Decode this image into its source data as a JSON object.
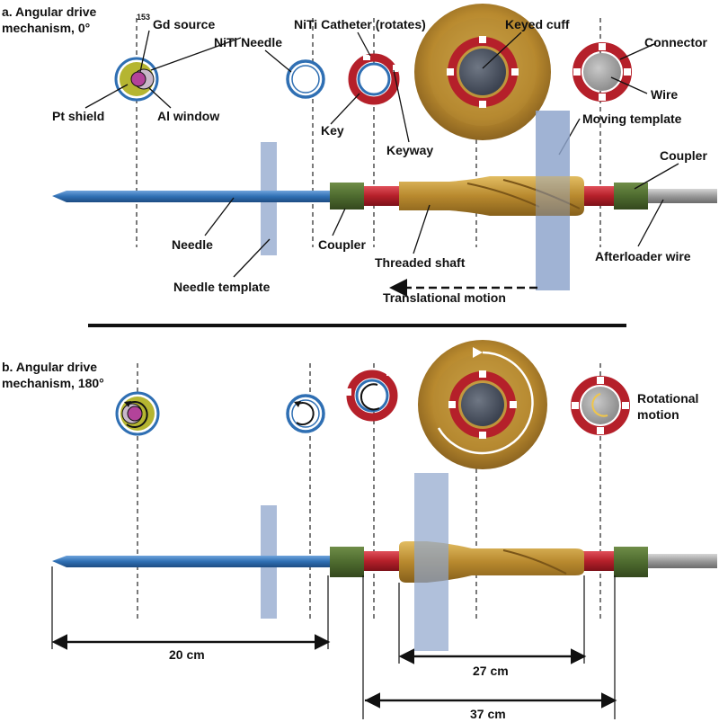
{
  "panel_a": {
    "title_line1": "a. Angular drive",
    "title_line2": "mechanism, 0°",
    "labels": {
      "gd_sup": "153",
      "gd_source": "Gd source",
      "niti_needle": "NiTi Needle",
      "niti_catheter": "NiTi Catheter (rotates)",
      "keyed_cuff": "Keyed cuff",
      "connector": "Connector",
      "wire": "Wire",
      "pt_shield": "Pt shield",
      "al_window": "Al window",
      "key": "Key",
      "keyway": "Keyway",
      "moving_template": "Moving template",
      "coupler_right": "Coupler",
      "needle": "Needle",
      "coupler_left": "Coupler",
      "threaded_shaft": "Threaded shaft",
      "afterloader_wire": "Afterloader wire",
      "needle_template": "Needle template",
      "translational_motion": "Translational motion"
    }
  },
  "panel_b": {
    "title_line1": "b. Angular drive",
    "title_line2": "mechanism, 180°",
    "labels": {
      "rotational_motion_1": "Rotational",
      "rotational_motion_2": "motion"
    },
    "dimensions": {
      "needle_length": "20 cm",
      "shaft_length": "27 cm",
      "total_length": "37 cm"
    }
  },
  "colors": {
    "needle_blue": "#2f6fb3",
    "catheter_red": "#b5202a",
    "coupler_green": "#4e6b2f",
    "shaft_gold": "#b8892e",
    "template_blue": "#8fa5cc",
    "wire_gray": "#9a9a9a",
    "shield_olive": "#b5b531",
    "source_magenta": "#b3439a"
  }
}
